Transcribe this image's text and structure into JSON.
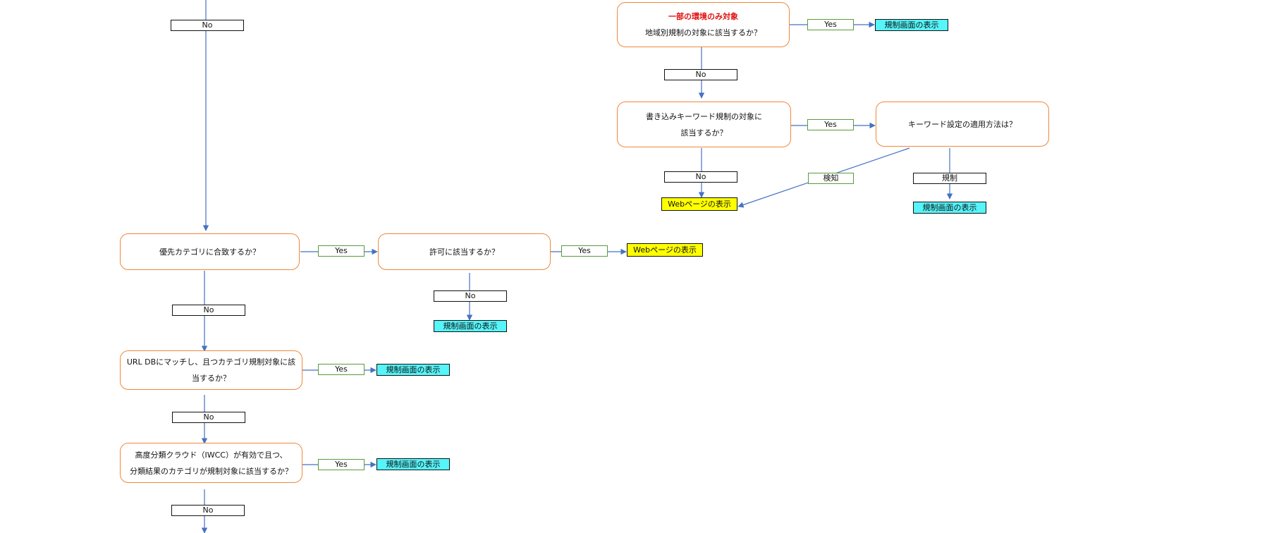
{
  "colors": {
    "decision_border": "#f0883a",
    "connector": "#4472c4",
    "yes_label_border": "#5a9a3c",
    "block_result": "#55f5fa",
    "web_result": "#ffff00",
    "warning_text": "#e01010"
  },
  "decisions": {
    "region": {
      "note": "一部の環境のみ対象",
      "line1": "地域別規制の対象に該当するか？"
    },
    "keyword": {
      "line1": "書き込みキーワード規制の対象に",
      "line2": "該当するか？"
    },
    "keyword_method": {
      "line1": "キーワード設定の適用方法は？"
    },
    "priority": {
      "line1": "優先カテゴリに合致するか？"
    },
    "allow": {
      "line1": "許可に該当するか？"
    },
    "urldb": {
      "line1": "URL DBにマッチし、且つカテゴリ規制対象に該",
      "line2": "当するか？"
    },
    "iwcc": {
      "line1": "高度分類クラウド（IWCC）が有効で且つ、",
      "line2": "分類結果のカテゴリが規制対象に該当するか？"
    }
  },
  "labels": {
    "no": "No",
    "yes": "Yes",
    "detect": "検知",
    "block": "規制"
  },
  "results": {
    "block_screen": "規制画面の表示",
    "web_page": "Webページの表示"
  }
}
